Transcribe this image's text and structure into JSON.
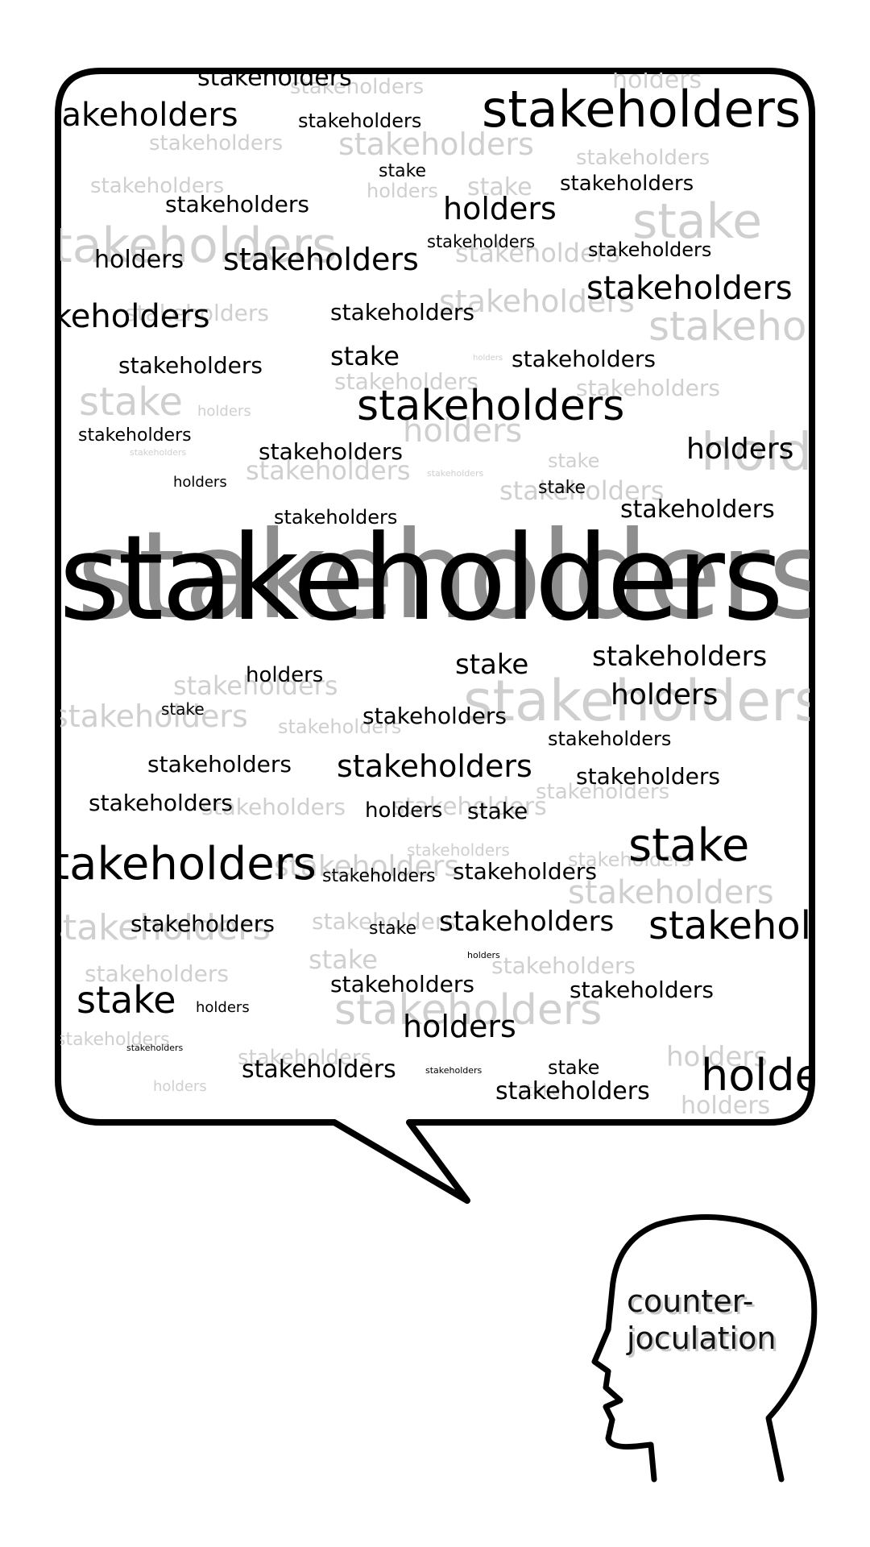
{
  "words": {
    "full": "stakeholders",
    "prefix": "stake",
    "suffix": "holders"
  },
  "head_label": {
    "line1": "counter-",
    "line2": "joculation"
  },
  "colors": {
    "ink": "#000000",
    "faded": "#cfcfcf",
    "shadow": "#8d8d8d",
    "background": "#ffffff"
  }
}
